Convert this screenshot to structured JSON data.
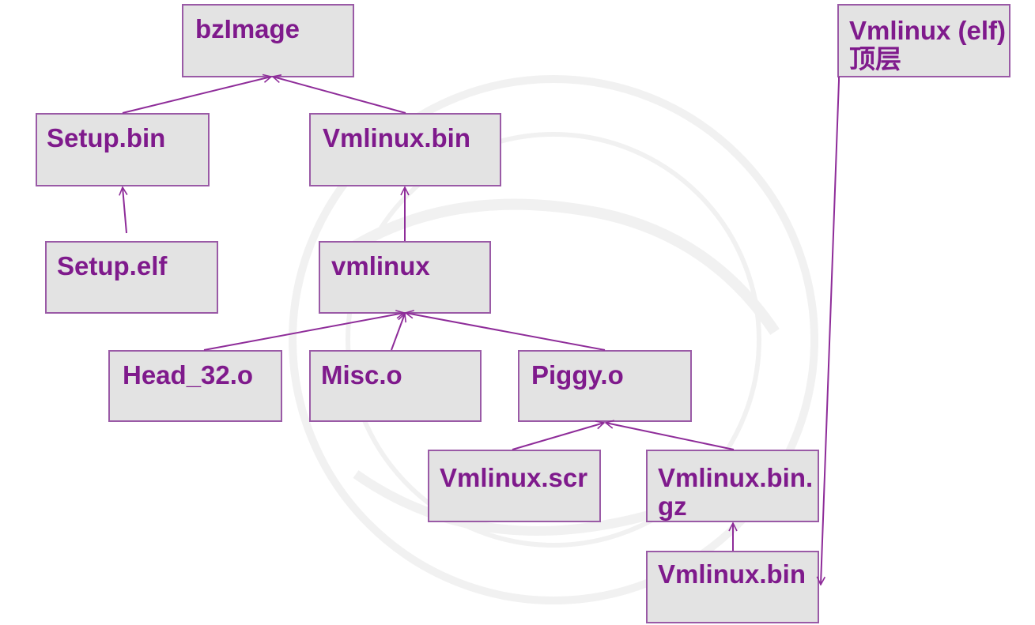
{
  "diagram": {
    "nodes": {
      "bzimage": "bzImage",
      "setup_bin": "Setup.bin",
      "vmlinux_bin": "Vmlinux.bin",
      "setup_elf": "Setup.elf",
      "vmlinux": "vmlinux",
      "head_32_o": "Head_32.o",
      "misc_o": "Misc.o",
      "piggy_o": "Piggy.o",
      "vmlinux_scr": "Vmlinux.scr",
      "vmlinux_bin_gz": "Vmlinux.bin.gz",
      "vmlinux_bin_2": "Vmlinux.bin",
      "vmlinux_elf_top": "Vmlinux (elf)顶层"
    },
    "colors": {
      "node_fill": "#e3e3e3",
      "node_border": "#9a5aa6",
      "text": "#7f1a8c",
      "edge": "#8e2c99"
    }
  }
}
